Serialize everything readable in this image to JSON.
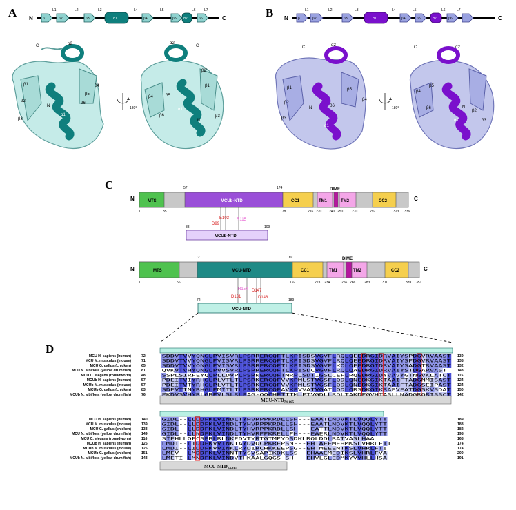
{
  "panels": {
    "a": "A",
    "b": "B",
    "c": "C",
    "d": "D"
  },
  "topology": {
    "n_term": "N",
    "c_term": "C",
    "loops": [
      "L1",
      "L2",
      "L3",
      "L4",
      "L5",
      "L6",
      "L7"
    ],
    "elements": [
      "β1",
      "β2",
      "β3",
      "α1",
      "β4",
      "β5",
      "α2",
      "β6"
    ],
    "rotation": "180°"
  },
  "colors": {
    "a_primary": "#0f7f7d",
    "a_light": "#bfe7e4",
    "b_primary": "#7a10cc",
    "b_light": "#c0c4ea",
    "mts": "#4fc24f",
    "mcub_ntd": "#9a4fd8",
    "mcu_ntd": "#1f8a86",
    "cc": "#f5cf4e",
    "tm": "#f4a6e8",
    "linker": "#c8c8c8",
    "conserved_dark": "#4a4fd6",
    "conserved_light": "#c4c8f2"
  },
  "structure_a": {
    "left": [
      "C",
      "α2",
      "β1",
      "β2",
      "β5",
      "β4",
      "β6",
      "N",
      "α1",
      "β3"
    ],
    "right": [
      "C",
      "α2",
      "β2'",
      "β1",
      "β4",
      "β5",
      "β6",
      "α1",
      "N",
      "β3"
    ]
  },
  "structure_b": {
    "left": [
      "C",
      "α2",
      "β1",
      "β2",
      "β5",
      "β4",
      "N",
      "β6",
      "α1",
      "β3"
    ],
    "right": [
      "C",
      "α2",
      "β4",
      "β5",
      "β6",
      "N",
      "β2",
      "β3",
      "α1"
    ]
  },
  "domain_mcub": {
    "n_term": "N",
    "c_term": "C",
    "dime": "DIME",
    "segments": [
      "MTS",
      "MCUb-NTD",
      "CC1",
      "TM1",
      "TM2",
      "CC2"
    ],
    "top_numbers": [
      "57",
      "174"
    ],
    "bottom_numbers": [
      "1",
      "35",
      "178",
      "216",
      "220",
      "240",
      "250",
      "270",
      "297",
      "323",
      "336"
    ],
    "residues": [
      "E103",
      "D99",
      "R115"
    ],
    "construct": "MCUb-NTD",
    "construct_start": "88",
    "construct_end": "109"
  },
  "domain_mcu": {
    "n_term": "N",
    "c_term": "C",
    "dime": "DIME",
    "segments": [
      "MTS",
      "MCU-NTD",
      "CC1",
      "TM1",
      "TM2",
      "CC2"
    ],
    "top_numbers": [
      "72",
      "189"
    ],
    "bottom_numbers": [
      "1",
      "56",
      "192",
      "223",
      "234",
      "256",
      "266",
      "283",
      "311",
      "339",
      "351"
    ],
    "residues": [
      "R154",
      "D147",
      "D131",
      "D148"
    ],
    "construct": "MCU-NTD",
    "construct_start": "72",
    "construct_end": "189"
  },
  "alignment": {
    "block1": {
      "rows": [
        {
          "name": "MCU H. sapiens (human)",
          "start": "72",
          "seq": "SDDVTVVYQNGLPVISVRLPSRRERCQFTLKPISDSVGVFLRQLQEEDRGIDRVAIYSPDGVRVAAST",
          "end": "139"
        },
        {
          "name": "MCU M. musculus (mouse)",
          "start": "71",
          "seq": "SDDVTVVYQNGLPVISVRLPSRRERCQFTLKPISDSVGVFLRQLQEEDRGIDRVAIYSPDGVRVAAST",
          "end": "138"
        },
        {
          "name": "MCU G. gallus (chicken)",
          "start": "65",
          "seq": "SDDVTVVYQNGLPVISVRLPSRRERCQFTLKPISDSVGVFLKQLQEEDRGIDRVAIYSADGTRVAAST",
          "end": "132"
        },
        {
          "name": "MCU N. albiflora (yellow drum fish)",
          "start": "81",
          "seq": "QVKVTVHYQNGLPVVSVRLPSRRERCQFTLKPISDCVGVFLRQLQAEDRGIDRVAIYSTDGARVAST",
          "end": "148"
        },
        {
          "name": "MCU C. elegans (roundworm)",
          "start": "48",
          "seq": "SSPLSIRFEYQLPLLDVPLPSRNERCQFTMRPLSDTIGSLCEFLRQEDRGIDYVAVYGTNGVKLATCT",
          "end": "115"
        },
        {
          "name": "MCUb H. sapiens (human)",
          "start": "57",
          "seq": "PDEITVIYRHGLPLVTLTLPSRKERCQFVVKPMLSTVGSFLQDLQNEDKGIKTAAIFTADGNMISAST",
          "end": "124"
        },
        {
          "name": "MCUb M. musculus (mouse)",
          "start": "57",
          "seq": "PDEITVTYRHGLPLVTLTLPSRKERCQFVVKPMLSTVGSFLQDLQNEDKGIKTAAIFTADGSEIPAST",
          "end": "124"
        },
        {
          "name": "MCUb G. gallus (chicken)",
          "start": "83",
          "seq": "SDEVTINYRHGLPMITLTLPSRKERCQFAVKPVVATVGATLQDLQRSDKGIKRAEVFATDGSKVSDAT",
          "end": "150"
        },
        {
          "name": "MCUb N. albiflora (yellow drum fish)",
          "start": "76",
          "seq": "PKDVSVHYRLGRPVLSLRLPAG-QQCHFTTTMLPTVGDLLRDLTAKDPGVHTASLLNADGRQRISSCT",
          "end": "142"
        }
      ],
      "label": "MCU-NTD",
      "label_sub": "74-165"
    },
    "block2": {
      "rows": [
        {
          "name": "MCU H. sapiens (human)",
          "start": "140",
          "seq": "GIDL--LLDDFKLVINDLTYHVRPPKRDLLSH---EAATLNDVKTLVQQLYTT",
          "end": "189"
        },
        {
          "name": "MCU M. musculus (mouse)",
          "start": "139",
          "seq": "GIDL--LLDDFKLVINDLTYHVRPPKRDLLSH---EAATLNDVKTLVQQLYTT",
          "end": "188"
        },
        {
          "name": "MCU G. gallus (chicken)",
          "start": "133",
          "seq": "GIDL--LLDDFKLVINDLTYHVRPPKRDLLSH---EATTLNDVKTLVQQLYTT",
          "end": "182"
        },
        {
          "name": "MCU N. albiflora (yellow drum fish)",
          "start": "149",
          "seq": "GIDL--LLNDFKLVINDLTYHVRPPKRELLPH---EAERLNDVKTLVQQLYTT",
          "end": "198"
        },
        {
          "name": "MCU C. elegans (roundworm)",
          "start": "116",
          "seq": "SIEHLLQFCSFRLRLNKFDVTYRTGTMPYDSDKLRQLDDLRATVASLHAA",
          "end": "168"
        },
        {
          "name": "MCUb H. sapiens (human)",
          "start": "125",
          "seq": "LMDI--LIDDFKVVINKIAYDVQCPKREPSN---EHTAEEMEHMKSLVHRLFTI",
          "end": "174"
        },
        {
          "name": "MCUb M. musculus (mouse)",
          "start": "125",
          "seq": "LMDI--LIDDFKVVINKLRYDIRCHKKEEPSG--EHTMEEENTKSLVHRLFTI",
          "end": "174"
        },
        {
          "name": "MCUb G. gallus (chicken)",
          "start": "151",
          "seq": "LMEV--LMDDFKLVINNTTYSVSAPIKDKLSS--EHAAEMEDIKSLVHRLFVA",
          "end": "200"
        },
        {
          "name": "MCUb N. albiflora (yellow drum fish)",
          "start": "143",
          "seq": "LMETI-LMNDFKLVINDVTHKAALGQGS-SH---EHVLGLEDMKYVVHLLHSA",
          "end": "191"
        }
      ],
      "label": "MCU-NTD",
      "label_sub": "74-165"
    }
  }
}
